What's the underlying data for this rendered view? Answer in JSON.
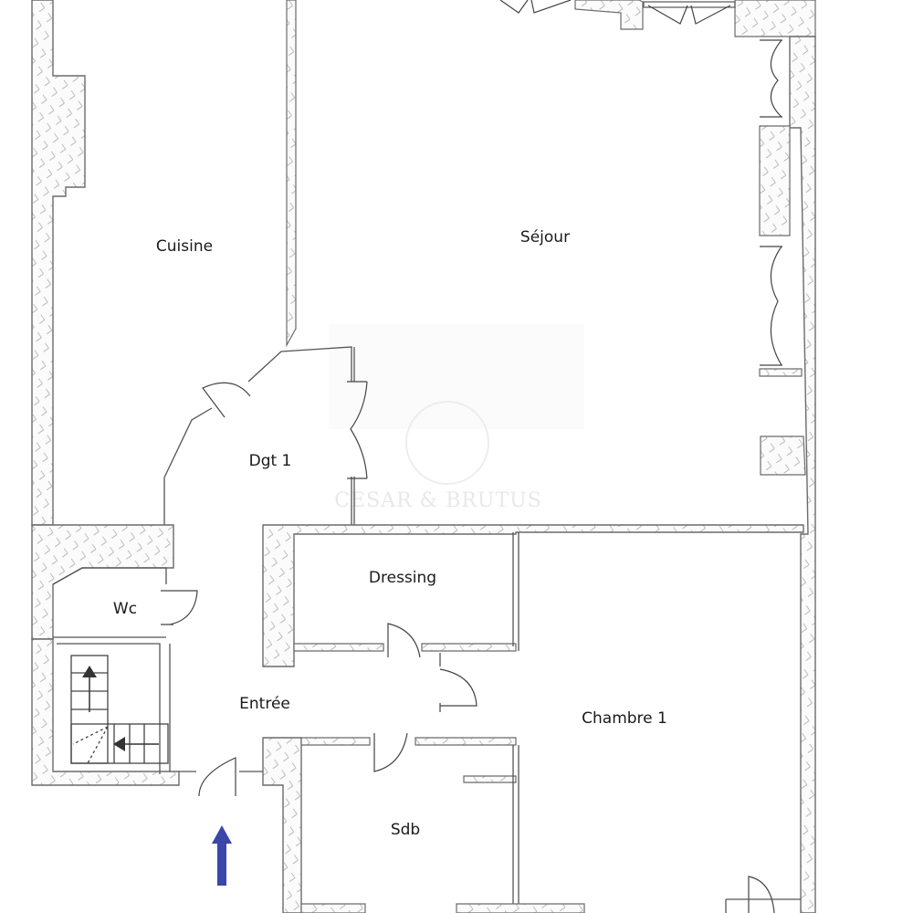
{
  "plan": {
    "rooms": {
      "cuisine": "Cuisine",
      "sejour": "Séjour",
      "dgt1": "Dgt 1",
      "dressing": "Dressing",
      "wc": "Wc",
      "entree": "Entrée",
      "chambre1": "Chambre 1",
      "sdb": "Sdb"
    },
    "watermark": "CESAR & BRUTUS",
    "entrance_arrow_color": "#3a47a8",
    "wall_color": "#6b6b6b"
  }
}
